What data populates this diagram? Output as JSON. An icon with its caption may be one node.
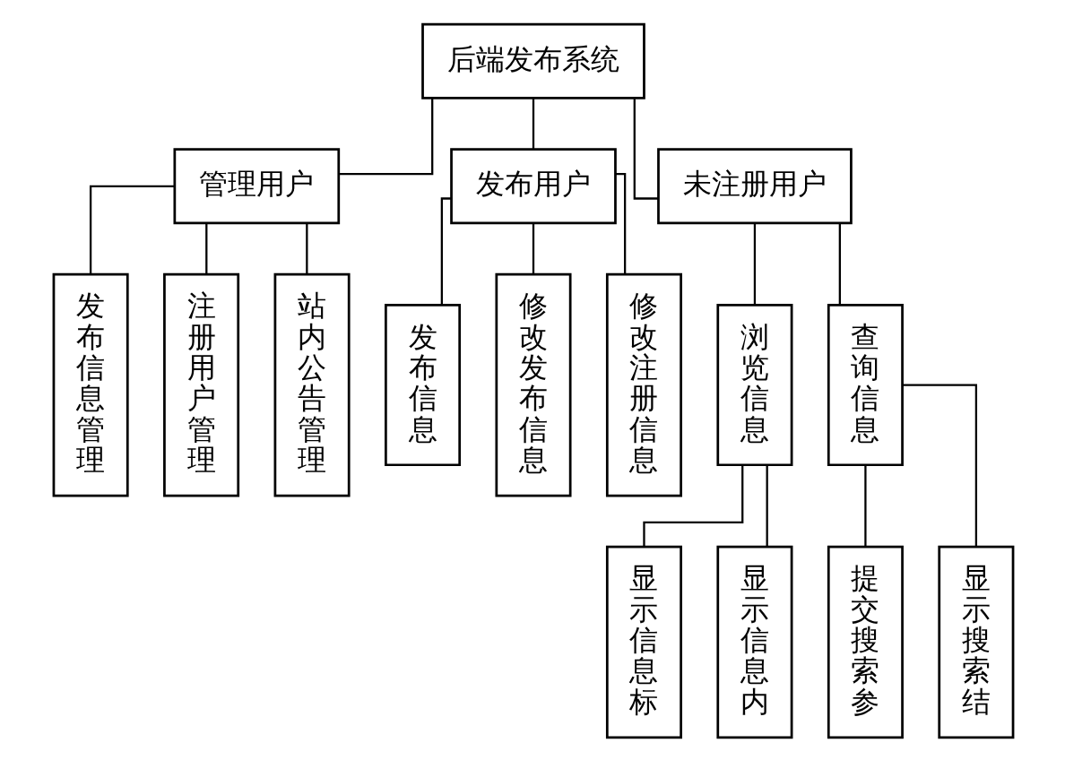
{
  "diagram": {
    "nodes": [
      {
        "text": [
          "后端发布系统"
        ]
      },
      {
        "text": [
          "管理用户"
        ]
      },
      {
        "text": [
          "发布用户"
        ]
      },
      {
        "text": [
          "未注册用户"
        ]
      },
      {
        "text": [
          "发布信息管理"
        ]
      },
      {
        "text": [
          "注册用户管理"
        ]
      },
      {
        "text": [
          "站内公告管理"
        ]
      },
      {
        "text": [
          "发布信息"
        ]
      },
      {
        "text": [
          "修改发布信息"
        ]
      },
      {
        "text": [
          "修改注册信息"
        ]
      },
      {
        "text": [
          "浏览信息"
        ]
      },
      {
        "text": [
          "查询信息"
        ]
      },
      {
        "text": [
          "显示信息标"
        ]
      },
      {
        "text": [
          "显示信息内"
        ]
      },
      {
        "text": [
          "提交搜索参"
        ]
      },
      {
        "text": [
          "显示搜索结"
        ]
      }
    ],
    "edges": [
      {
        "from": 0,
        "to": 1,
        "arrow": "none"
      },
      {
        "from": 0,
        "to": 2,
        "arrow": "none"
      },
      {
        "from": 0,
        "to": 3,
        "arrow": "none"
      },
      {
        "from": 1,
        "to": 4,
        "arrow": "none"
      },
      {
        "from": 1,
        "to": 5,
        "arrow": "none"
      },
      {
        "from": 1,
        "to": 6,
        "arrow": "none"
      },
      {
        "from": 2,
        "to": 7,
        "arrow": "none"
      },
      {
        "from": 2,
        "to": 8,
        "arrow": "none"
      },
      {
        "from": 2,
        "to": 9,
        "arrow": "none"
      },
      {
        "from": 3,
        "to": 10,
        "arrow": "none"
      },
      {
        "from": 3,
        "to": 11,
        "arrow": "none"
      },
      {
        "from": 10,
        "to": 12,
        "arrow": "none"
      },
      {
        "from": 10,
        "to": 13,
        "arrow": "none"
      },
      {
        "from": 11,
        "to": 14,
        "arrow": "none"
      },
      {
        "from": 11,
        "to": 15,
        "arrow": "none"
      }
    ]
  }
}
